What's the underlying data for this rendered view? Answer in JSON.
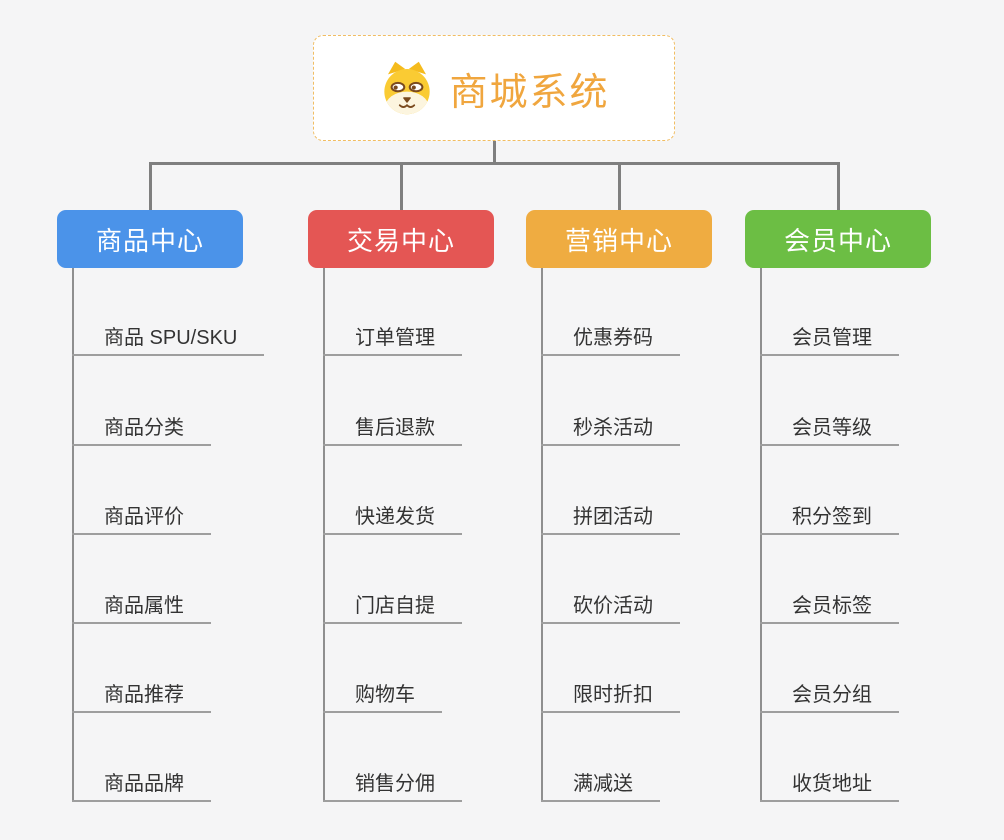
{
  "root": {
    "title": "商城系统",
    "icon": "doge-icon"
  },
  "branches": [
    {
      "label": "商品中心",
      "color": "#4b93e9",
      "items": [
        "商品 SPU/SKU",
        "商品分类",
        "商品评价",
        "商品属性",
        "商品推荐",
        "商品品牌"
      ]
    },
    {
      "label": "交易中心",
      "color": "#e45654",
      "items": [
        "订单管理",
        "售后退款",
        "快递发货",
        "门店自提",
        "购物车",
        "销售分佣"
      ]
    },
    {
      "label": "营销中心",
      "color": "#efac41",
      "items": [
        "优惠券码",
        "秒杀活动",
        "拼团活动",
        "砍价活动",
        "限时折扣",
        "满减送"
      ]
    },
    {
      "label": "会员中心",
      "color": "#6cbe44",
      "items": [
        "会员管理",
        "会员等级",
        "积分签到",
        "会员标签",
        "会员分组",
        "收货地址"
      ]
    }
  ],
  "colors": {
    "background": "#f5f5f6",
    "root_accent": "#f0a63e",
    "root_border": "#f1bd62",
    "connector": "#7f7f7f",
    "item_underline": "#9e9e9e",
    "item_text": "#333333"
  }
}
